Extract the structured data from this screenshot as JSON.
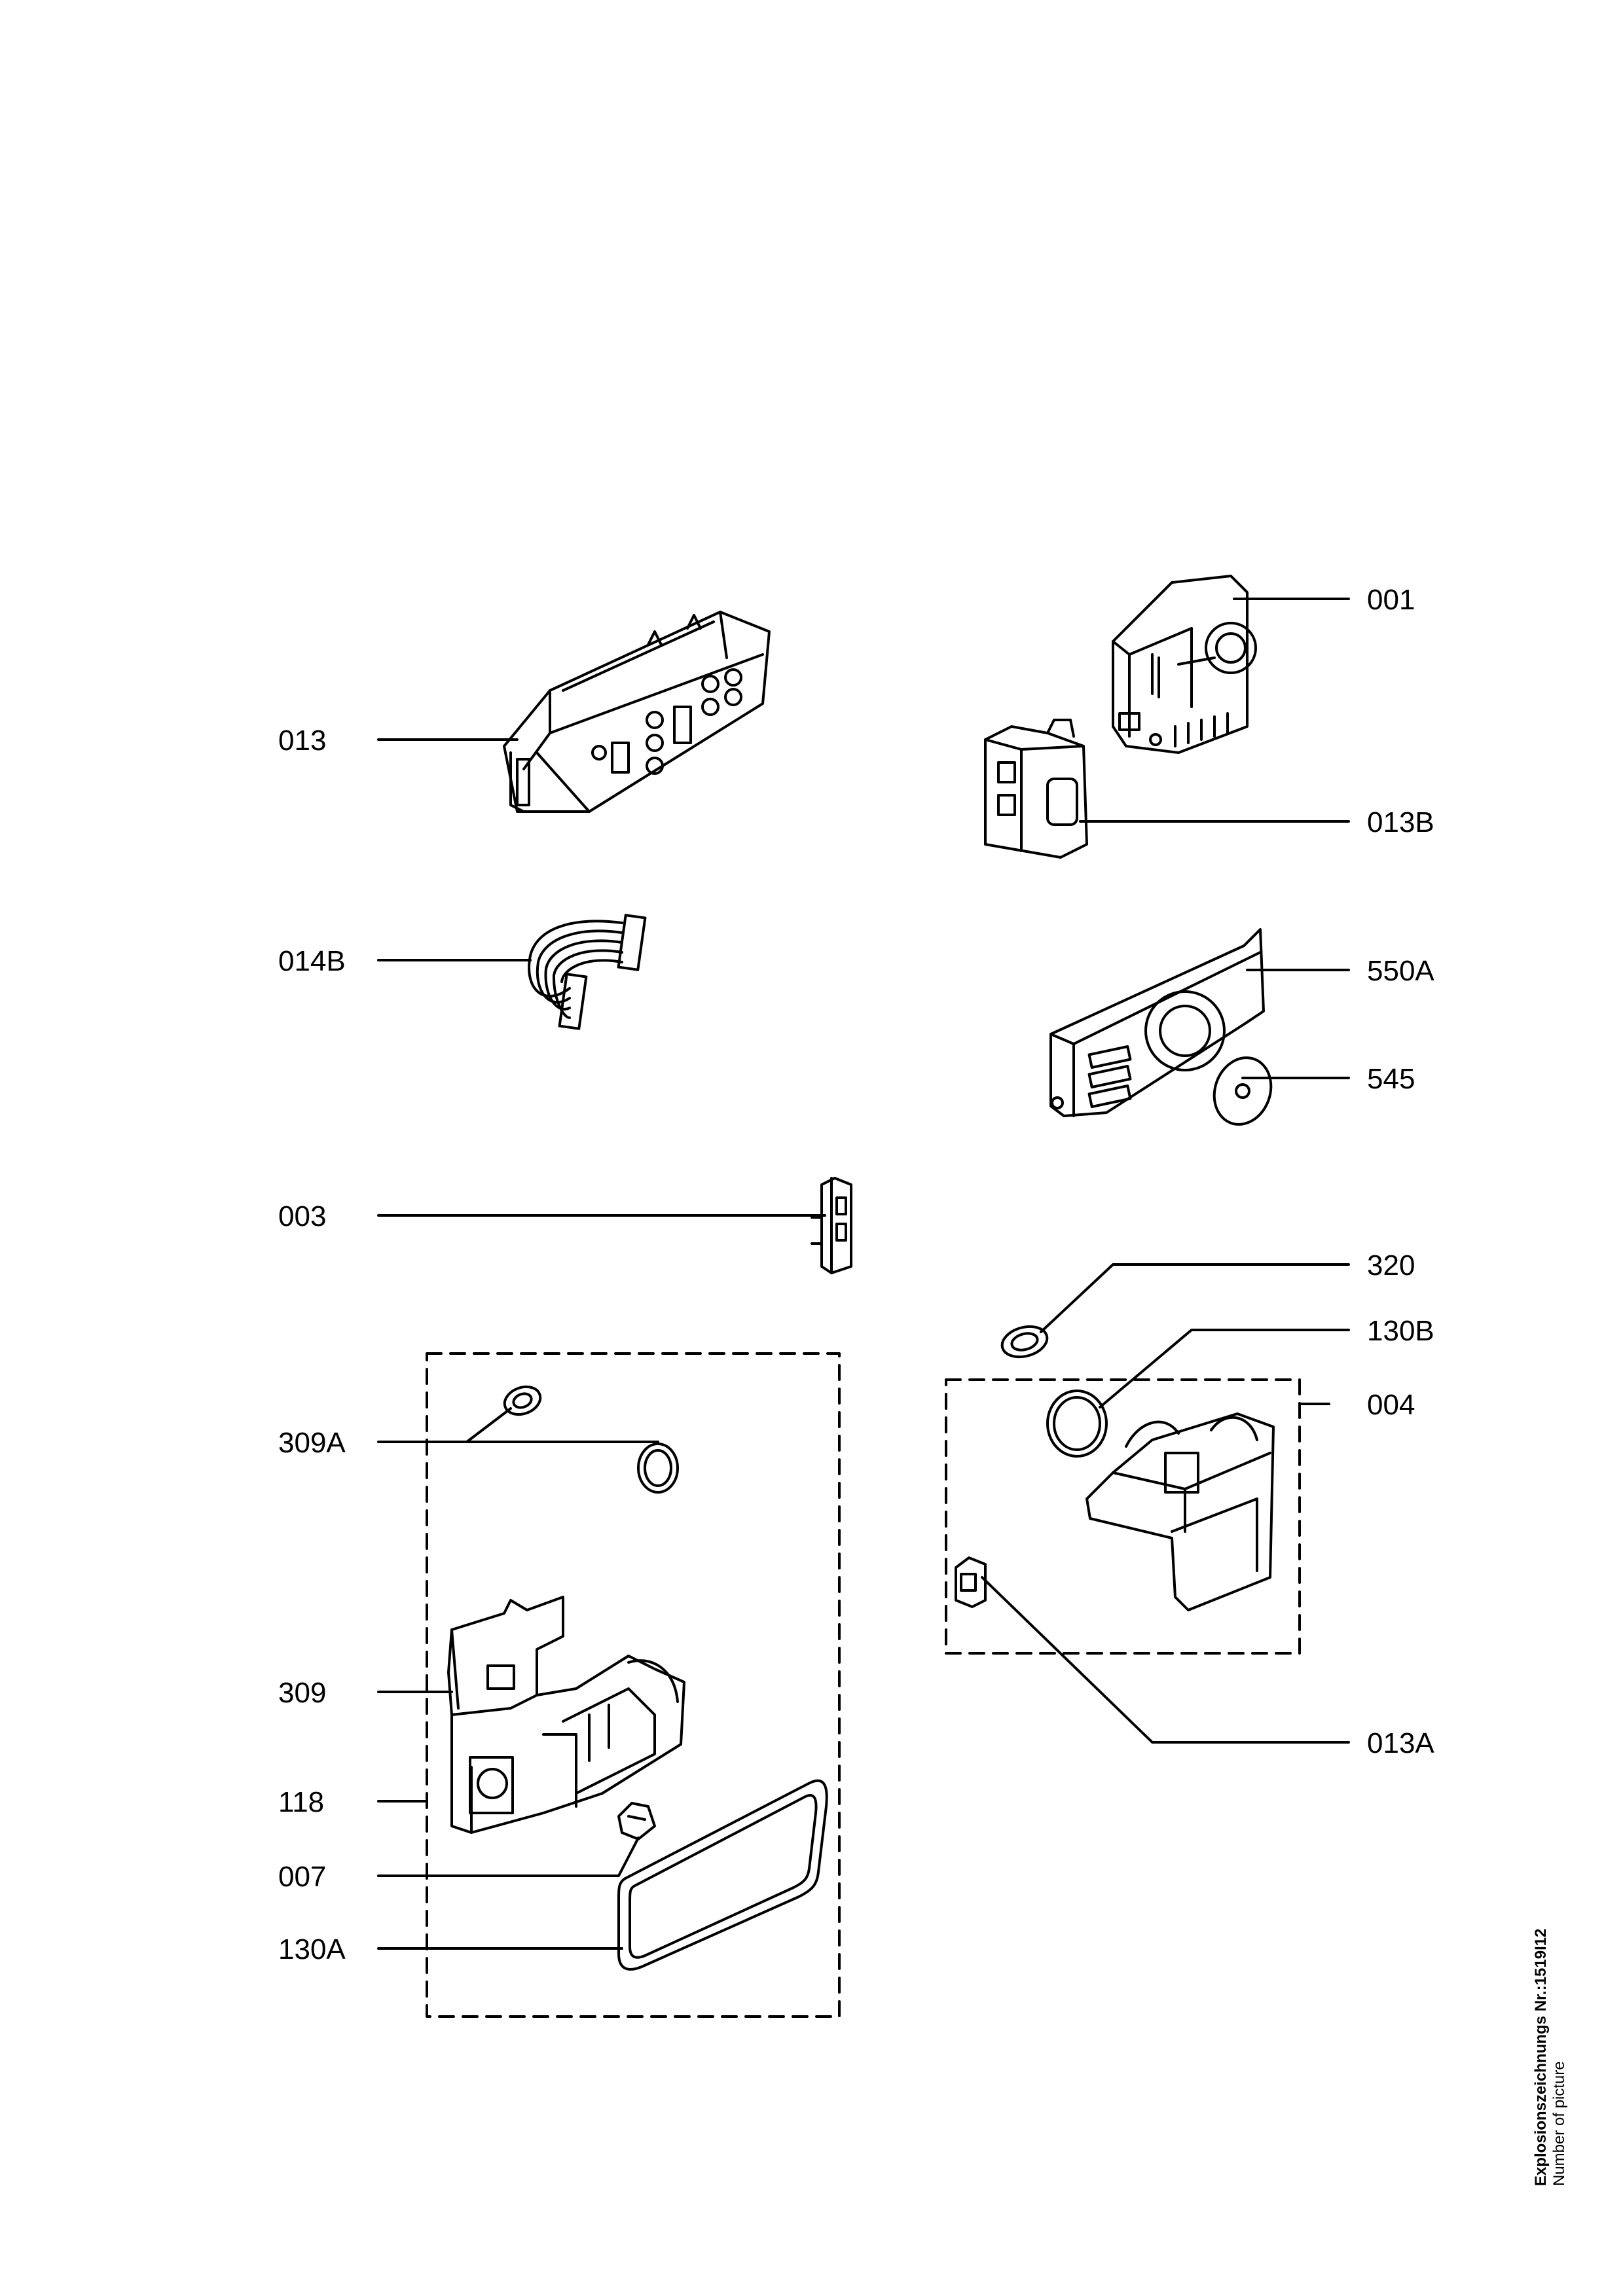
{
  "labels": {
    "l001": "001",
    "l013": "013",
    "l013B": "013B",
    "l014B": "014B",
    "l550A": "550A",
    "l545": "545",
    "l003": "003",
    "l320": "320",
    "l130B": "130B",
    "l004": "004",
    "l309A": "309A",
    "l309": "309",
    "l118": "118",
    "l007": "007",
    "l130A": "130A",
    "l013A": "013A"
  },
  "caption": {
    "line1": "Explosionszeichnungs Nr.:1519I12",
    "line2": "Number of picture"
  }
}
